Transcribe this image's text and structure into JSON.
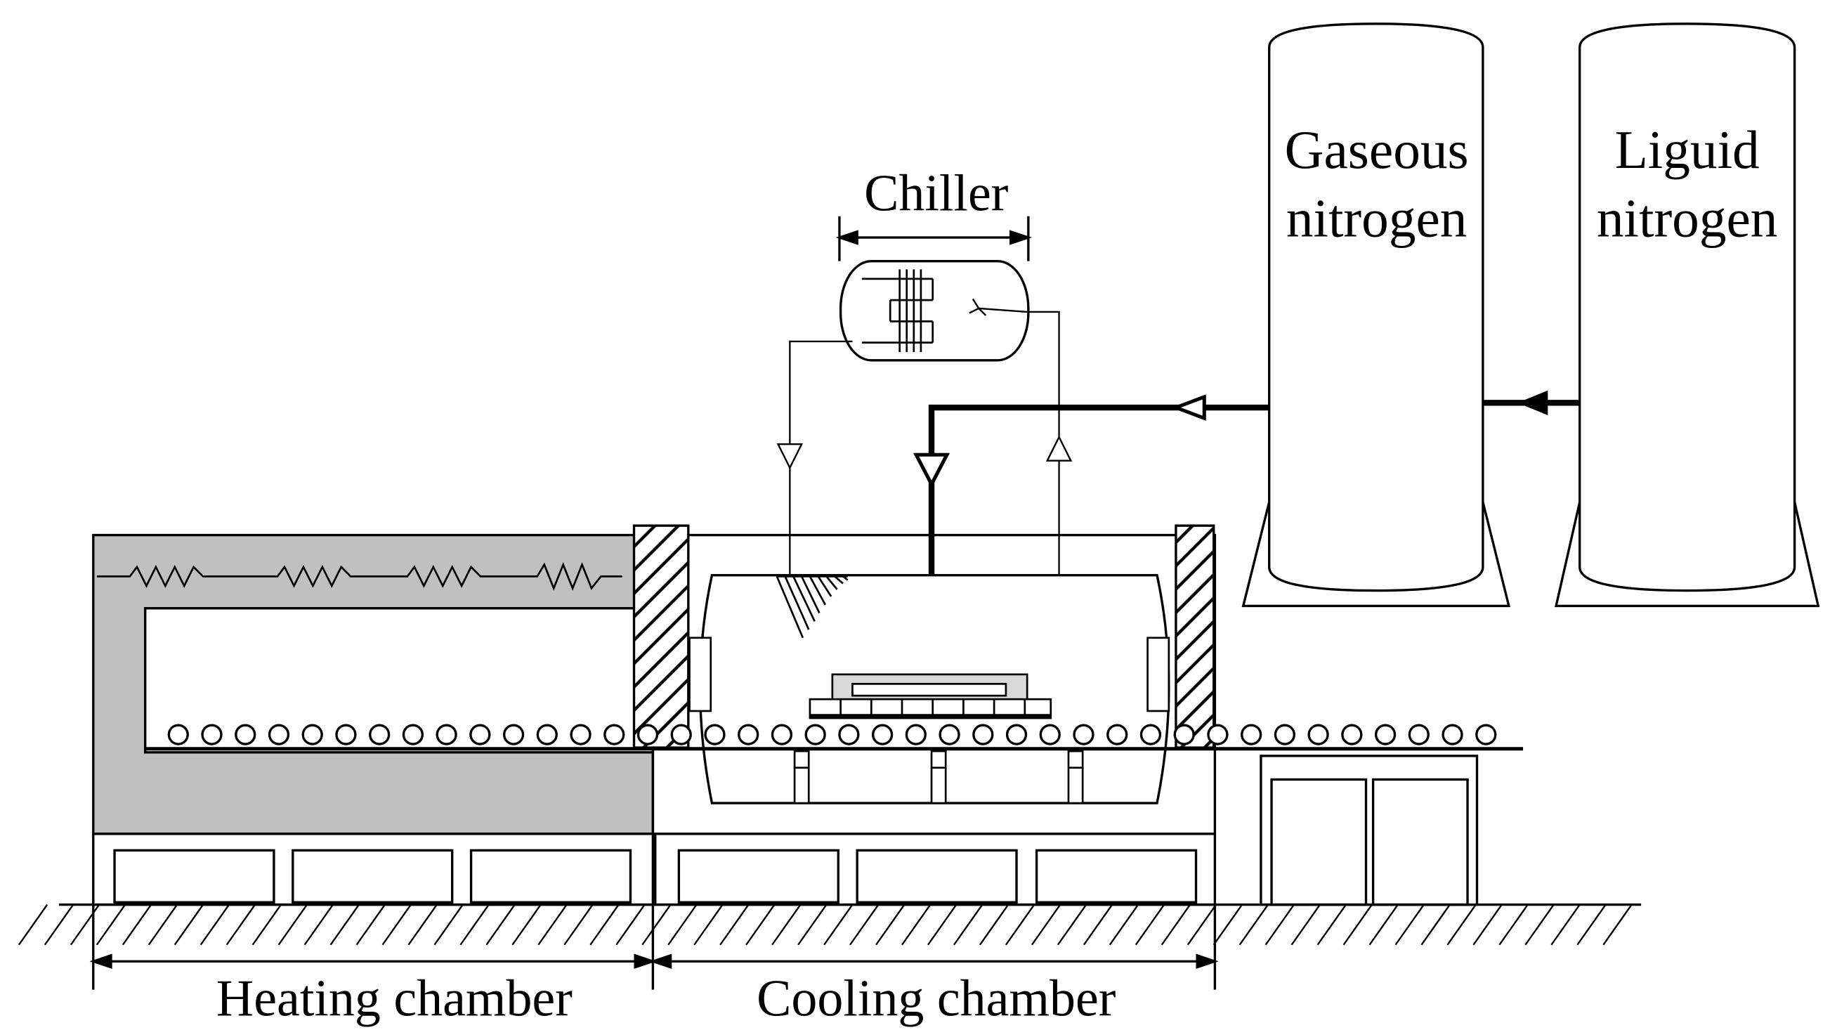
{
  "labels": {
    "chiller": "Chiller",
    "gaseous_tank": [
      "Gaseous",
      "nitrogen"
    ],
    "liquid_tank": [
      "Liguid",
      "nitrogen"
    ],
    "heating_chamber": "Heating chamber",
    "cooling_chamber": "Cooling chamber"
  },
  "colors": {
    "line": "#000000",
    "insulation": "#c0c0c0",
    "tray": "#d9d9d9",
    "background": "#ffffff"
  }
}
